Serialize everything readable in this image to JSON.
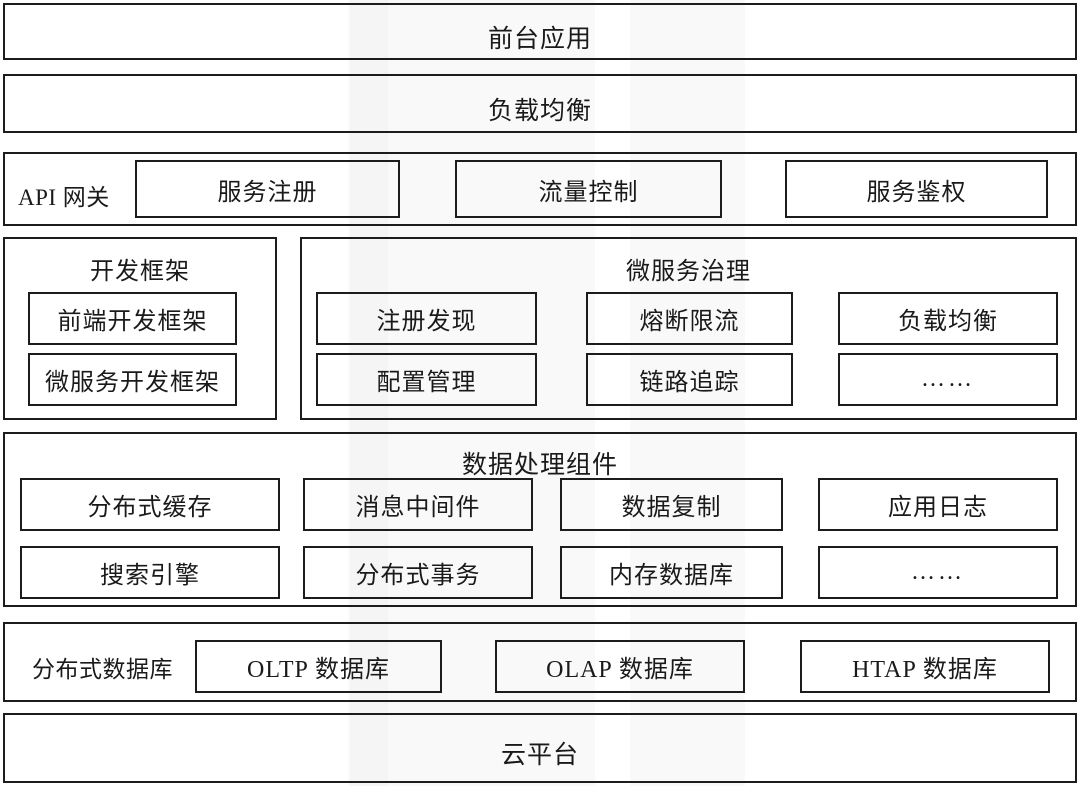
{
  "diagram": {
    "title": "",
    "colors": {
      "border": "#1c1c1c",
      "text": "#1a1a1a",
      "background": "#ffffff"
    },
    "layers": [
      {
        "id": "frontend-application",
        "label": "前台应用",
        "boxes": []
      },
      {
        "id": "load-balancing",
        "label": "负载均衡",
        "boxes": []
      },
      {
        "id": "api-gateway",
        "label": "API 网关",
        "boxes": [
          "服务注册",
          "流量控制",
          "服务鉴权"
        ]
      },
      {
        "id": "development-framework",
        "label": "开发框架",
        "boxes": [
          "前端开发框架",
          "微服务开发框架"
        ]
      },
      {
        "id": "microservice-governance",
        "label": "微服务治理",
        "boxes": [
          "注册发现",
          "熔断限流",
          "负载均衡",
          "配置管理",
          "链路追踪",
          "……"
        ]
      },
      {
        "id": "data-processing-components",
        "label": "数据处理组件",
        "boxes": [
          "分布式缓存",
          "消息中间件",
          "数据复制",
          "应用日志",
          "搜索引擎",
          "分布式事务",
          "内存数据库",
          "……"
        ]
      },
      {
        "id": "distributed-database",
        "label": "分布式数据库",
        "boxes": [
          "OLTP 数据库",
          "OLAP 数据库",
          "HTAP 数据库"
        ]
      },
      {
        "id": "cloud-platform",
        "label": "云平台",
        "boxes": []
      }
    ]
  }
}
